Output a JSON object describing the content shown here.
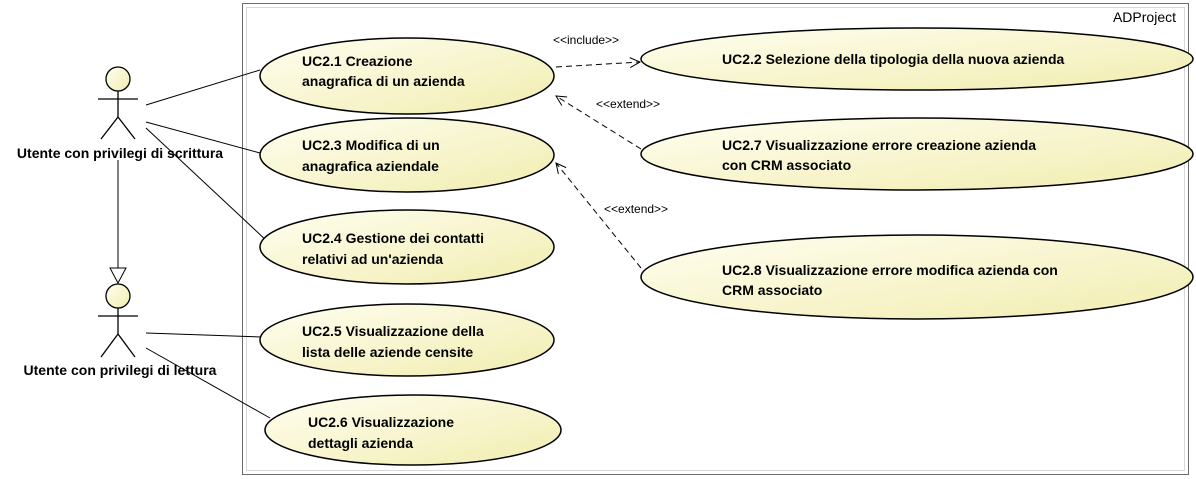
{
  "system": {
    "name": "ADProject"
  },
  "actors": [
    {
      "id": "scrittura",
      "label": "Utente con privilegi di scrittura"
    },
    {
      "id": "lettura",
      "label": "Utente con privilegi di lettura"
    }
  ],
  "use_cases": [
    {
      "id": "uc21",
      "lines": [
        "UC2.1 Creazione",
        "anagrafica di un azienda"
      ]
    },
    {
      "id": "uc22",
      "lines": [
        "UC2.2 Selezione della tipologia della nuova azienda"
      ]
    },
    {
      "id": "uc23",
      "lines": [
        "UC2.3 Modifica di un",
        "anagrafica aziendale"
      ]
    },
    {
      "id": "uc27",
      "lines": [
        "UC2.7 Visualizzazione errore creazione azienda",
        "con CRM associato"
      ]
    },
    {
      "id": "uc24",
      "lines": [
        "UC2.4 Gestione dei contatti",
        "relativi ad un'azienda"
      ]
    },
    {
      "id": "uc28",
      "lines": [
        "UC2.8 Visualizzazione errore modifica azienda con",
        "CRM associato"
      ]
    },
    {
      "id": "uc25",
      "lines": [
        "UC2.5 Visualizzazione della",
        "lista delle aziende censite"
      ]
    },
    {
      "id": "uc26",
      "lines": [
        "UC2.6 Visualizzazione",
        "dettagli azienda"
      ]
    }
  ],
  "relationships": {
    "include": "<<include>>",
    "extend_1": "<<extend>>",
    "extend_2": "<<extend>>"
  },
  "colors": {
    "usecase_fill": "#fffde0",
    "usecase_gradient_end": "#f2eeb0",
    "line": "#000000",
    "border": "#555555"
  }
}
